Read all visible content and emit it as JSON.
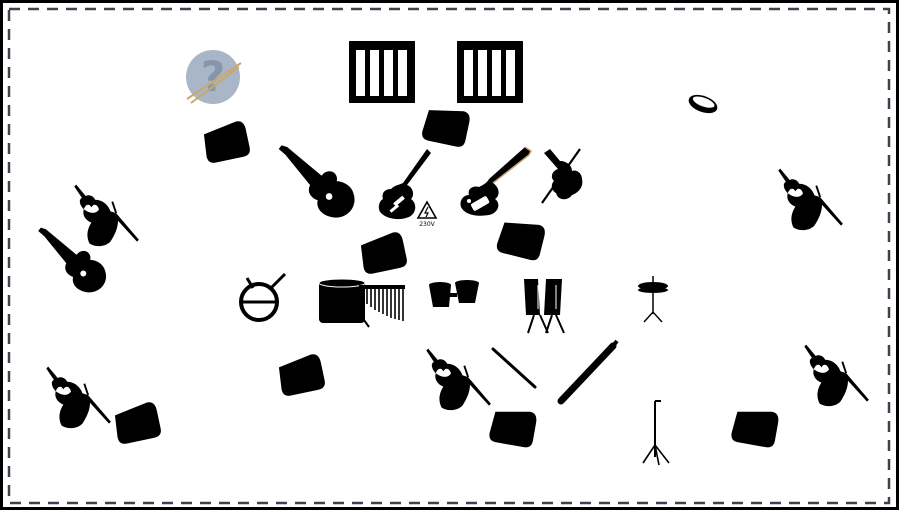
{
  "stage_plot": {
    "background": "#ffffff",
    "border_color": "#3a4450",
    "ink": "#000000",
    "placeholder_color": "#a9b6c7",
    "stick_color": "#c9a86a",
    "icons": [
      {
        "kind": "unknown-instrument",
        "name": "question-mark-icon"
      },
      {
        "kind": "amp",
        "name": "amp-cabinet-icon"
      },
      {
        "kind": "amp",
        "name": "amp-cabinet-icon"
      },
      {
        "kind": "monitor",
        "name": "monitor-wedge-icon"
      },
      {
        "kind": "monitor",
        "name": "monitor-wedge-icon"
      },
      {
        "kind": "monitor",
        "name": "monitor-wedge-icon"
      },
      {
        "kind": "monitor",
        "name": "monitor-wedge-icon"
      },
      {
        "kind": "monitor",
        "name": "monitor-wedge-icon"
      },
      {
        "kind": "monitor",
        "name": "monitor-wedge-icon"
      },
      {
        "kind": "monitor",
        "name": "monitor-wedge-icon"
      },
      {
        "kind": "tambourine",
        "name": "tambourine-icon"
      },
      {
        "kind": "acoustic-guitar",
        "name": "acoustic-guitar-icon"
      },
      {
        "kind": "acoustic-guitar",
        "name": "acoustic-guitar-icon"
      },
      {
        "kind": "electric-guitar",
        "name": "electric-guitar-icon"
      },
      {
        "kind": "bass-guitar",
        "name": "bass-guitar-icon"
      },
      {
        "kind": "violin",
        "name": "violin-icon"
      },
      {
        "kind": "power",
        "name": "power-outlet-icon",
        "label": "230V"
      },
      {
        "kind": "singer",
        "name": "singer-with-mic-icon"
      },
      {
        "kind": "singer",
        "name": "singer-with-mic-icon"
      },
      {
        "kind": "singer",
        "name": "singer-with-mic-icon"
      },
      {
        "kind": "singer",
        "name": "singer-with-mic-icon"
      },
      {
        "kind": "singer",
        "name": "singer-with-mic-icon"
      },
      {
        "kind": "drum",
        "name": "snare-drum-icon"
      },
      {
        "kind": "bass-drum",
        "name": "bass-drum-icon"
      },
      {
        "kind": "chimes",
        "name": "wind-chimes-icon"
      },
      {
        "kind": "bongos",
        "name": "bongos-icon"
      },
      {
        "kind": "congas",
        "name": "congas-icon"
      },
      {
        "kind": "hihat",
        "name": "hi-hat-icon"
      },
      {
        "kind": "flute",
        "name": "flute-icon"
      },
      {
        "kind": "recorder",
        "name": "recorder-icon"
      },
      {
        "kind": "mic-stand",
        "name": "microphone-stand-icon"
      }
    ]
  }
}
